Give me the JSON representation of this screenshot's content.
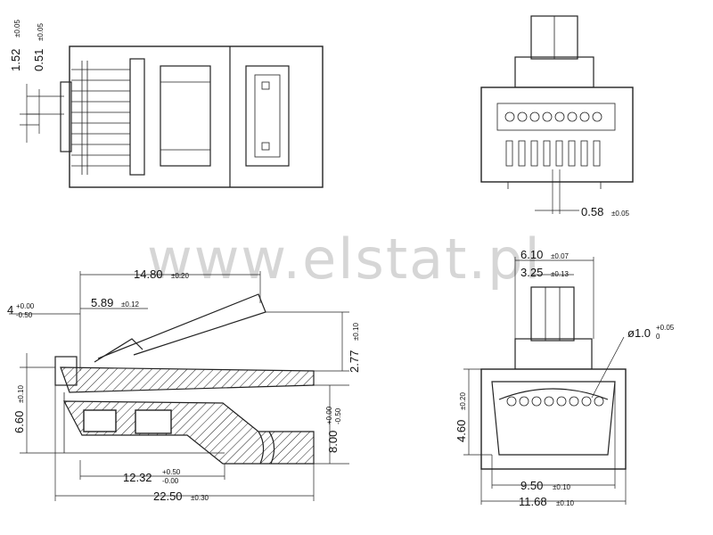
{
  "watermark": "www.elstat.pl",
  "dims": {
    "d152": "1.52",
    "d152_tol": "±0.05",
    "d051": "0.51",
    "d051_tol": "±0.05",
    "d058": "0.58",
    "d058_tol": "±0.05",
    "d1480": "14.80",
    "d1480_tol": "±0.20",
    "d589": "5.89",
    "d589_tol": "±0.12",
    "d4": "4",
    "d4_tol_up": "+0.00",
    "d4_tol_dn": "-0.50",
    "d277": "2.77",
    "d277_tol": "±0.10",
    "d660": "6.60",
    "d660_tol": "±0.10",
    "d800": "8.00",
    "d800_tol_up": "+0.00",
    "d800_tol_dn": "-0.50",
    "d1232": "12.32",
    "d1232_tol_up": "+0.50",
    "d1232_tol_dn": "-0.00",
    "d2250": "22.50",
    "d2250_tol": "±0.30",
    "d610": "6.10",
    "d610_tol": "±0.07",
    "d325": "3.25",
    "d325_tol": "±0.13",
    "phi": "ø1.0",
    "phi_tol_up": "+0.05",
    "phi_tol_dn": "0",
    "d460": "4.60",
    "d460_tol": "±0.20",
    "d950": "9.50",
    "d950_tol": "±0.10",
    "d1168": "11.68",
    "d1168_tol": "±0.10"
  },
  "colors": {
    "line": "#222222",
    "watermark": "#d6d6d6",
    "background": "#ffffff"
  }
}
